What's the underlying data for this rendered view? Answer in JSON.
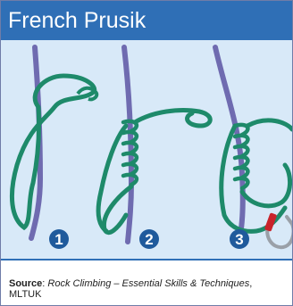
{
  "title": "French Prusik",
  "steps": [
    "1",
    "2",
    "3"
  ],
  "source": {
    "label": "Source",
    "sep": ": ",
    "work": "Rock Climbing – Essential Skills & Techniques",
    "publisher_sep": ", ",
    "publisher": "MLTUK"
  },
  "colors": {
    "header": "#2f6fb6",
    "panel": "#d8e9f8",
    "rope_main": "#6f6bb0",
    "cord": "#1e8a6a",
    "badge": "#1f5a9c",
    "carabiner": "#c9232b"
  }
}
